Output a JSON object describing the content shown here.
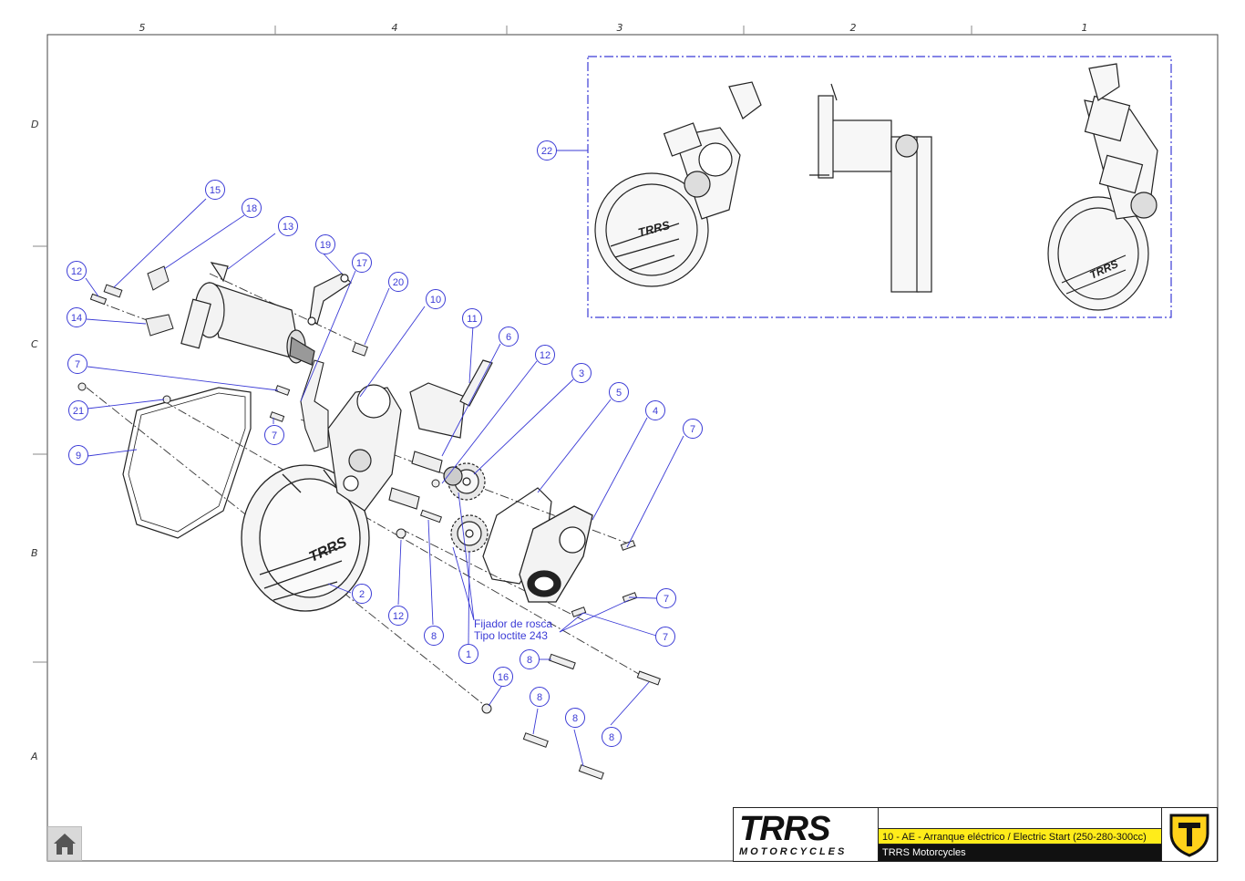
{
  "grid": {
    "columns": [
      "5",
      "4",
      "3",
      "2",
      "1"
    ],
    "rows": [
      "D",
      "C",
      "B",
      "A"
    ]
  },
  "callouts": [
    "1",
    "2",
    "3",
    "4",
    "5",
    "6",
    "7",
    "7",
    "7",
    "7",
    "7",
    "8",
    "8",
    "8",
    "8",
    "8",
    "9",
    "10",
    "11",
    "12",
    "12",
    "12",
    "13",
    "14",
    "15",
    "16",
    "17",
    "18",
    "19",
    "20",
    "21",
    "22"
  ],
  "note": {
    "line1": "Fijador de rosca",
    "line2": "Tipo loctite 243"
  },
  "title_block": {
    "brand": "TRRS",
    "brand_sub": "MOTORCYCLES",
    "drawing_title": "10 - AE - Arranque eléctrico / Electric Start (250-280-300cc)",
    "company": "TRRS Motorcycles"
  },
  "cover_logo": "TRRS",
  "colors": {
    "callout": "#3b3bd6",
    "title_bar": "#ffec1a",
    "line": "#222222"
  },
  "icons": [
    "home-icon",
    "trrs-shield-icon"
  ]
}
